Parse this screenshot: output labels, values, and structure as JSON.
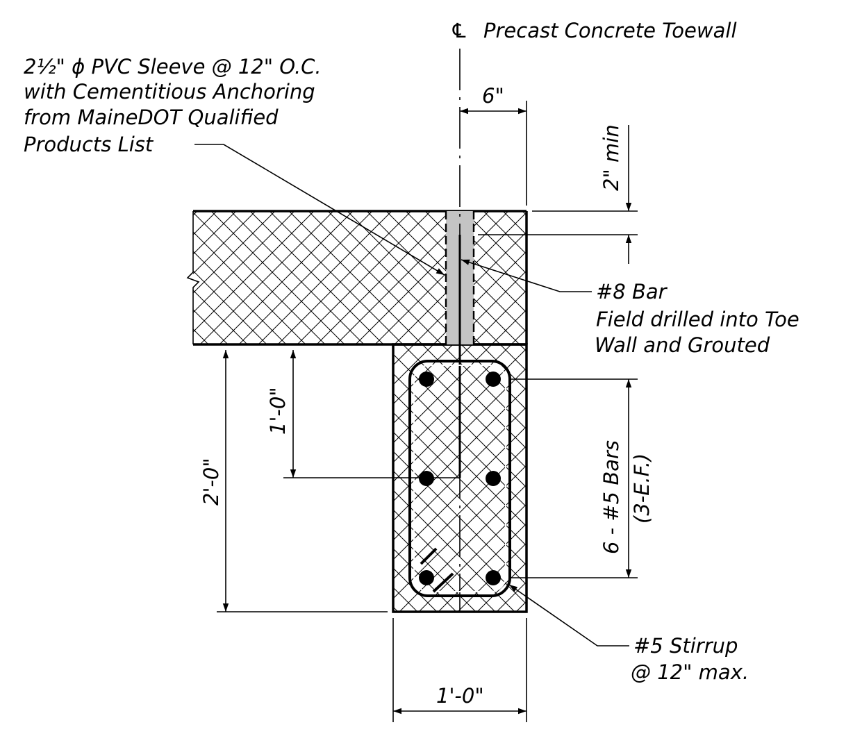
{
  "labels": {
    "centerline": "Precast Concrete Toewall",
    "centerline_symbol": "℄",
    "sleeve_line1": "2½\" ϕ PVC Sleeve @ 12\" O.C.",
    "sleeve_line2": "with Cementitious Anchoring",
    "sleeve_line3": "from MaineDOT Qualified",
    "sleeve_line4": "Products List",
    "bar8_line1": "#8 Bar",
    "bar8_line2": "Field drilled into Toe",
    "bar8_line3": "Wall and Grouted",
    "bars5_line1": "6 - #5 Bars",
    "bars5_line2": "(3-E.F.)",
    "stirrup_line1": "#5 Stirrup",
    "stirrup_line2": "@ 12\" max."
  },
  "dimensions": {
    "top_offset": "6\"",
    "cover_min": "2\" min",
    "embed_depth": "1'-0\"",
    "toewall_height": "2'-0\"",
    "toewall_width": "1'-0\""
  },
  "colors": {
    "line": "#000000",
    "grout": "#c4c4c4",
    "background": "#ffffff"
  }
}
